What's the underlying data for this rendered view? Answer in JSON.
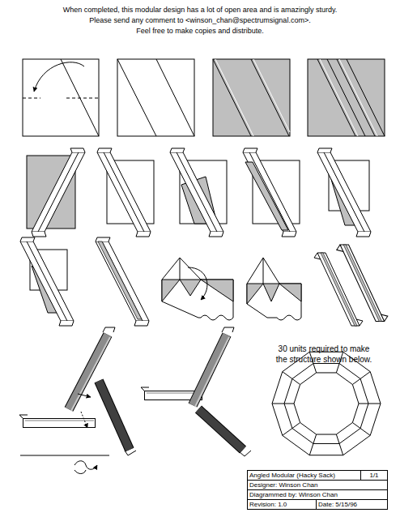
{
  "diagram": {
    "labels": [
      "When completed, this modular design has a lot of open area and is amazingly sturdy.",
      "Please send any comment to <winson_chan@spectrumsignal.com>.",
      "Feel free to make copies and distribute.",
      "30 units required to make the structure shown below.",
      "Angled Modular (Hacky Sack)",
      "1/1",
      "Designer: Winson Chan",
      "Diagrammed by: Winson Chan",
      "Revision: 1.0",
      "Date: 5/15/96"
    ]
  }
}
